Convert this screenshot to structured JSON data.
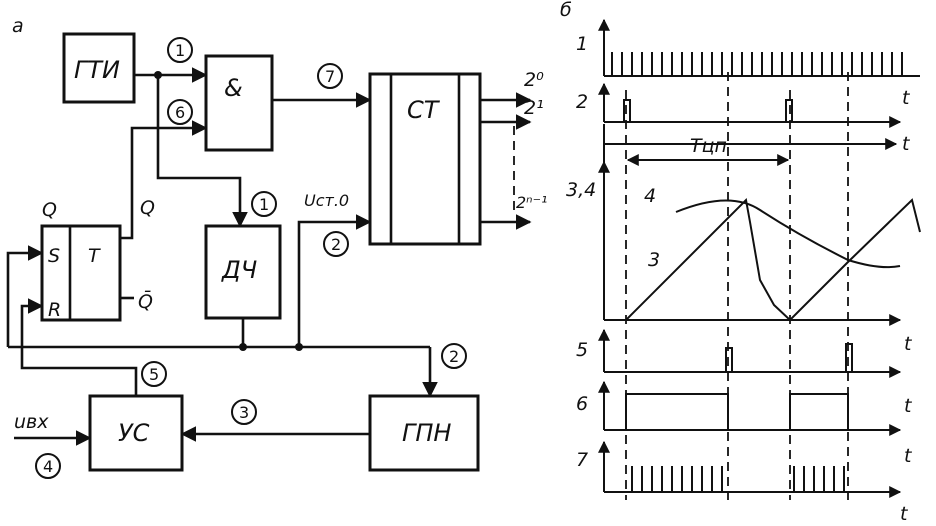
{
  "panel_a_label": "а",
  "panel_b_label": "б",
  "blocks": {
    "gti": "ГТИ",
    "and": "&",
    "ct": "СТ",
    "dch": "ДЧ",
    "trigger_s": "S",
    "trigger_t": "T",
    "trigger_r": "R",
    "us": "УС",
    "gpn": "ГПН"
  },
  "signals": {
    "q_top": "Q",
    "q_side": "Q",
    "q_bar": "Q̄",
    "ust": "Uст.0",
    "uvx": "uвх",
    "out0": "2⁰",
    "out1": "2¹",
    "outn": "2ⁿ⁻¹"
  },
  "circled": {
    "c1a": "1",
    "c6": "6",
    "c7": "7",
    "c1b": "1",
    "c2a": "2",
    "c2b": "2",
    "c5": "5",
    "c3": "3",
    "c4": "4"
  },
  "timing": {
    "axis_labels": [
      "1",
      "2",
      "3,4",
      "5",
      "6",
      "7"
    ],
    "curve3_label": "3",
    "curve4_label": "4",
    "period_label": "Tцп",
    "time_label": "t"
  }
}
